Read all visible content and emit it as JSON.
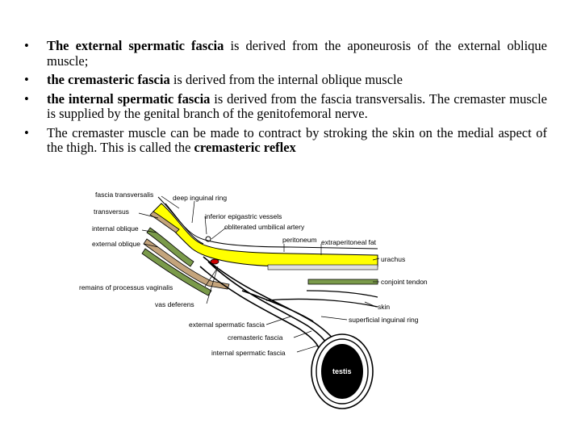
{
  "bullets": [
    {
      "dot": "•",
      "bold": "The external spermatic fascia",
      "text": " is derived from the aponeurosis of the external oblique muscle;"
    },
    {
      "dot": "•",
      "bold": "the cremasteric fascia",
      "text": " is derived from the internal oblique muscle"
    },
    {
      "dot": "•",
      "bold": "the internal spermatic fascia",
      "text": " is derived from the fascia transversalis. The cremaster muscle is supplied by the genital branch of the genitofemoral nerve."
    },
    {
      "dot": "•",
      "pre": " The cremaster muscle can be made to contract by stroking the skin on the medial aspect of the thigh. This is called the ",
      "bold": "cremasteric reflex"
    }
  ],
  "diagram": {
    "labels": {
      "fascia_transversalis": "fascia transversalis",
      "deep_inguinal_ring": "deep inguinal ring",
      "transversus": "transversus",
      "inferior_epigastric_vessels": "inferior epigastric vessels",
      "internal_oblique": "internal oblique",
      "obliterated_umbilical_artery": "obliterated umbilical artery",
      "external_oblique": "external oblique",
      "peritoneum": "peritoneum",
      "extraperitoneal_fat": "extraperitoneal fat",
      "urachus": "urachus",
      "conjoint_tendon": "conjoint tendon",
      "remains_of_processus_vaginalis": "remains of processus vaginalis",
      "vas_deferens": "vas deferens",
      "skin": "skin",
      "superficial_inguinal_ring": "superficial inguinal ring",
      "external_spermatic_fascia": "external spermatic fascia",
      "cremasteric_fascia": "cremasteric fascia",
      "internal_spermatic_fascia": "internal spermatic fascia",
      "testis": "testis"
    },
    "colors": {
      "fat": "#ffff00",
      "muscle_green": "#7a9a4a",
      "muscle_tan": "#c4a47c",
      "outline": "#000000",
      "vas_red": "#cc0000"
    }
  }
}
